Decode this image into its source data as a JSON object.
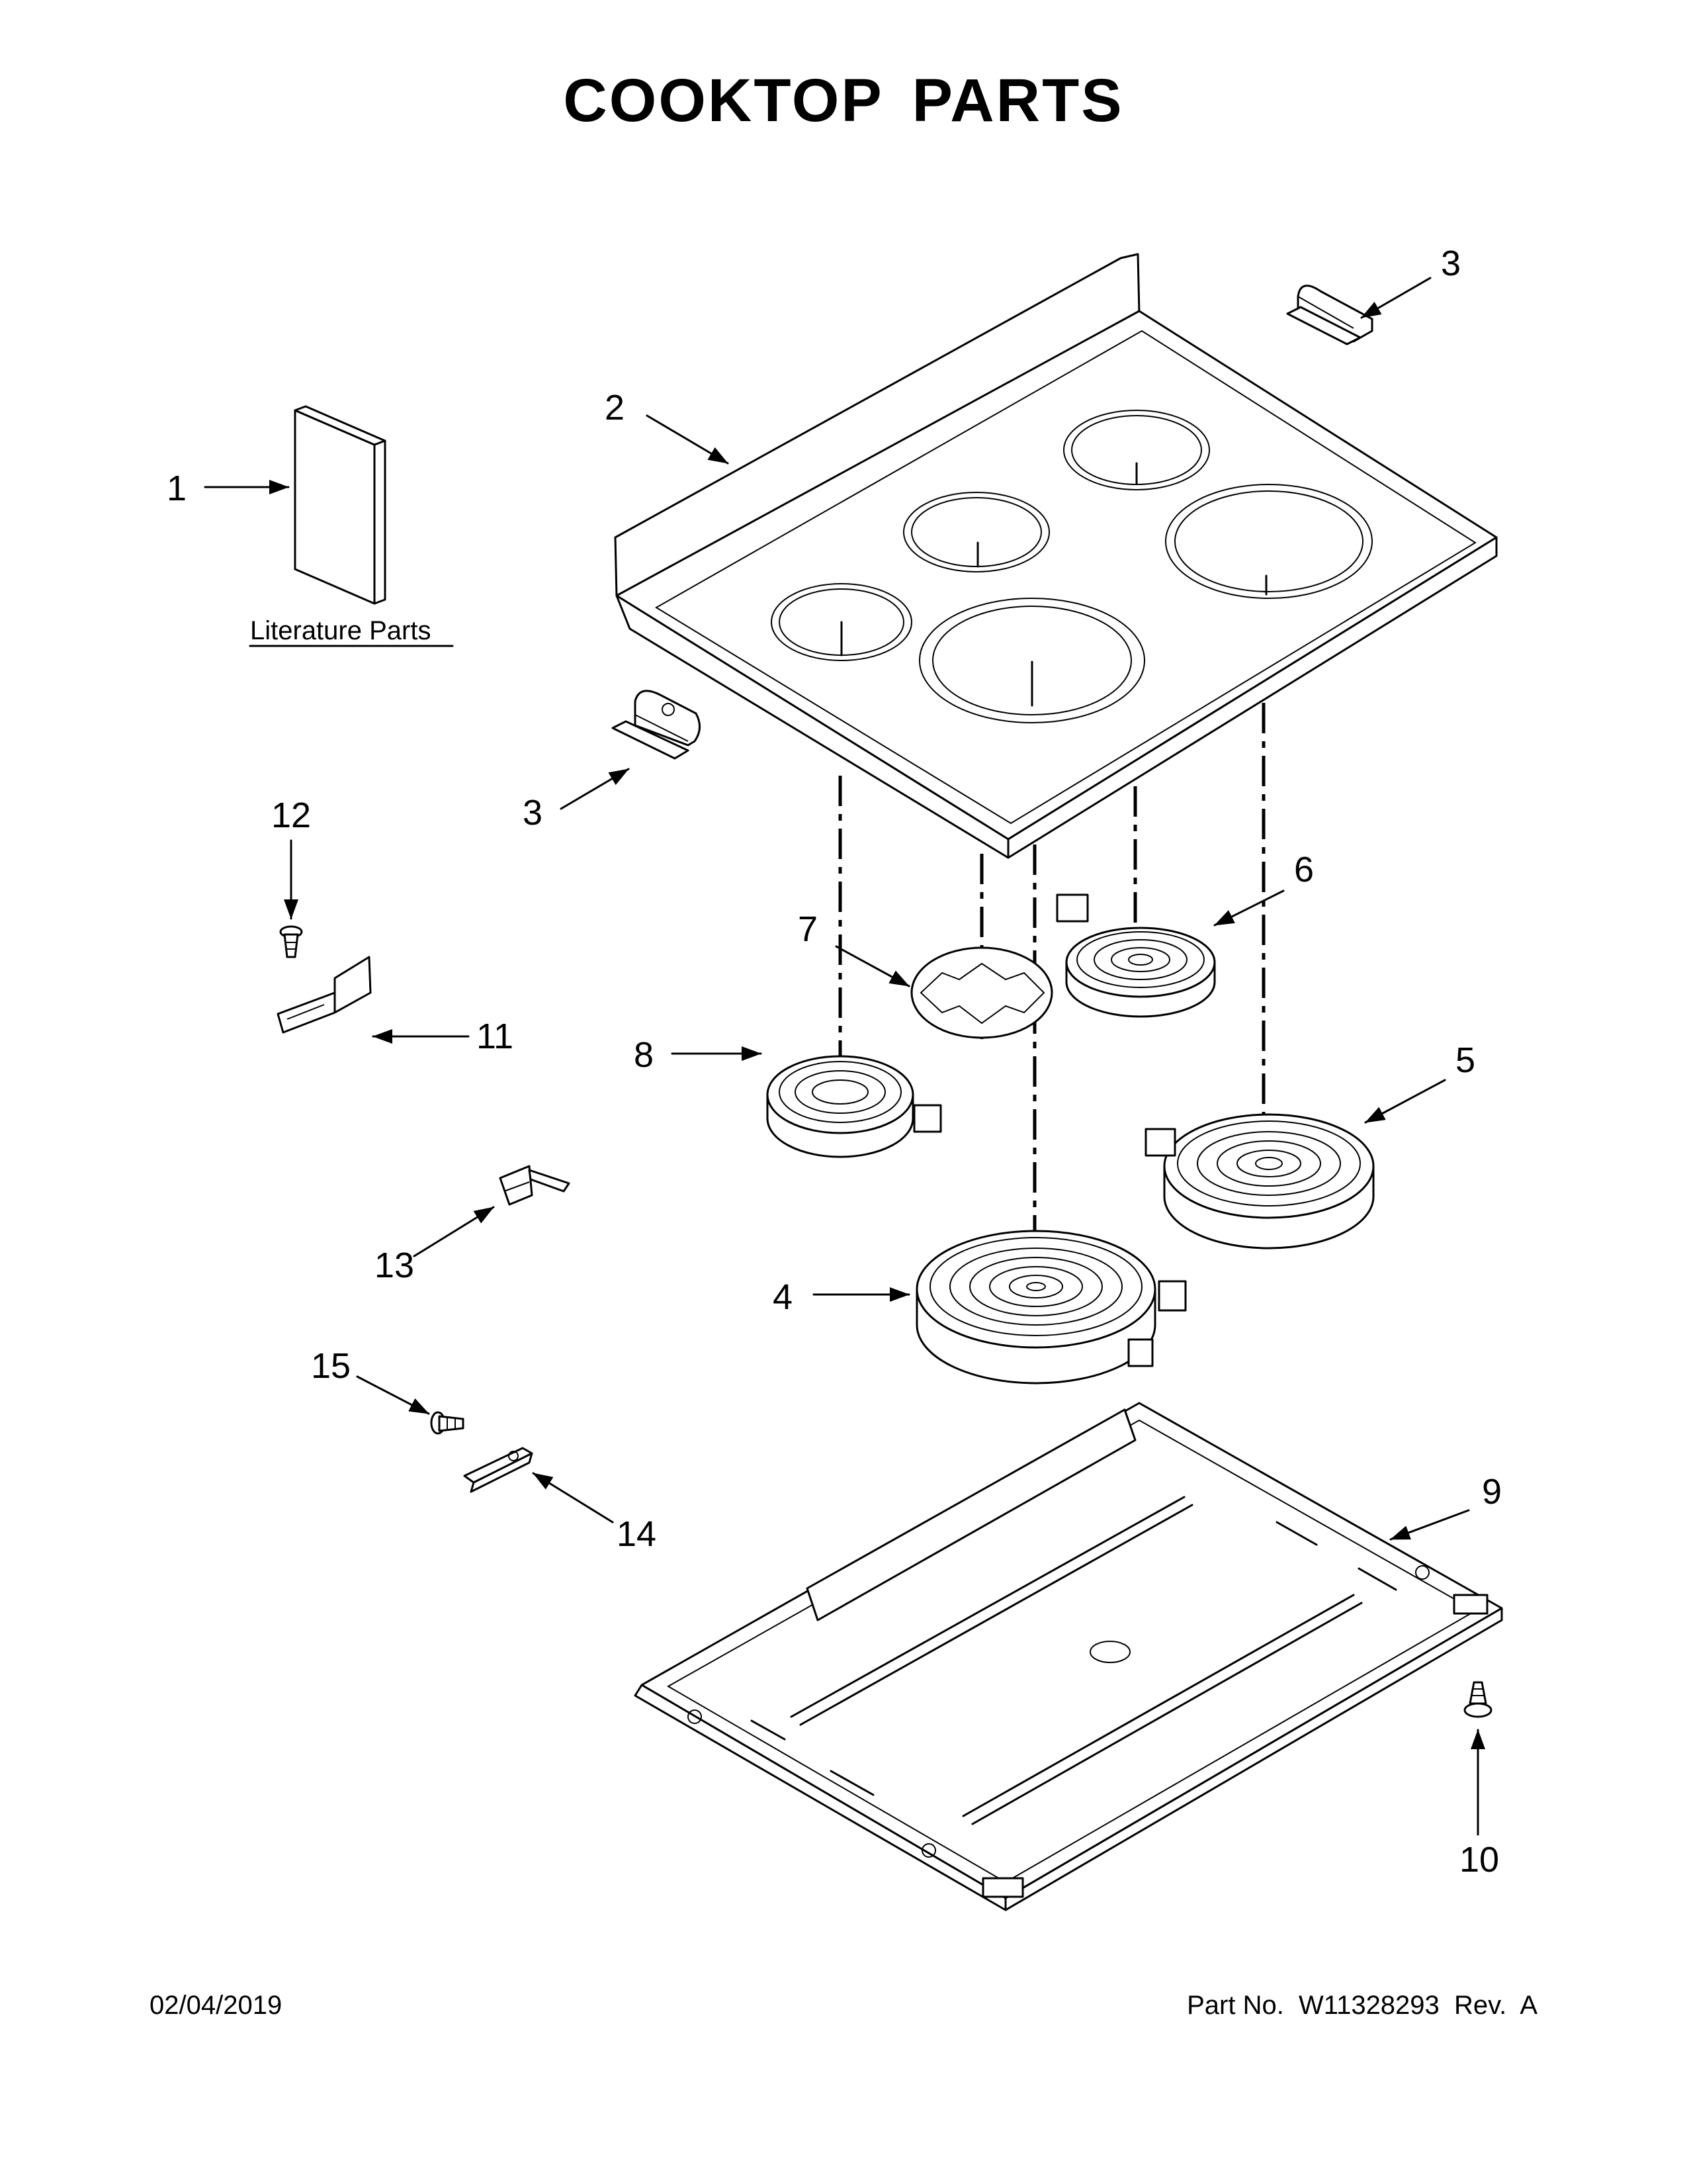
{
  "title": "COOKTOP PARTS",
  "literature_label": "Literature Parts",
  "callouts": {
    "c1": "1",
    "c2": "2",
    "c3a": "3",
    "c3b": "3",
    "c4": "4",
    "c5": "5",
    "c6": "6",
    "c7": "7",
    "c8": "8",
    "c9": "9",
    "c10": "10",
    "c11": "11",
    "c12": "12",
    "c13": "13",
    "c14": "14",
    "c15": "15"
  },
  "footer": {
    "date": "02/04/2019",
    "part_number": "Part No.  W11328293  Rev.  A"
  }
}
